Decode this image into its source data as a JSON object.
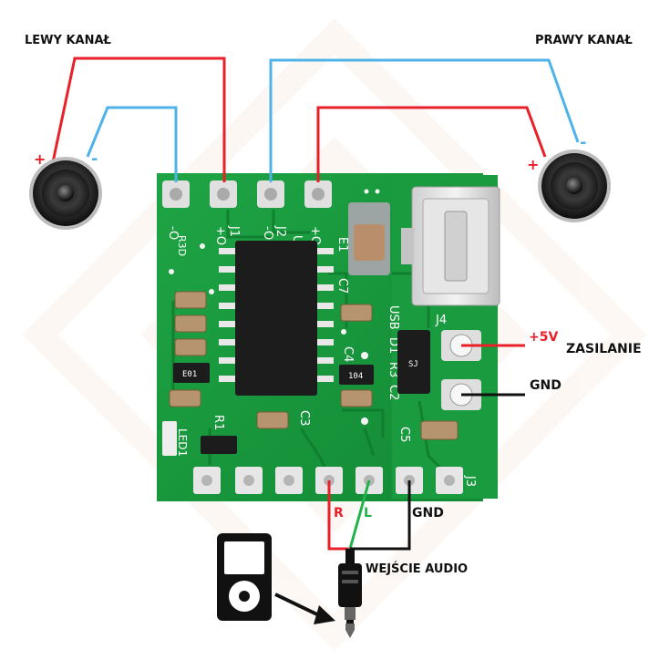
{
  "labels": {
    "left_channel": "LEWY KANAŁ",
    "right_channel": "PRAWY KANAŁ",
    "plus_sign": "+",
    "minus_sign": "-",
    "power_voltage": "+5V",
    "power_label": "ZASILANIE",
    "ground": "GND",
    "audio_r": "R",
    "audio_l": "L",
    "audio_gnd": "GND",
    "audio_input": "WEJŚCIE AUDIO"
  },
  "silkscreen": {
    "minus_pad": "-O",
    "plus_pad": "+O",
    "j1": "J1",
    "j2": "J2",
    "j3": "J3",
    "j4": "J4",
    "u1": "U1",
    "e1": "E1",
    "c2": "C2",
    "c3": "C3",
    "c4": "C4",
    "c5": "C5",
    "c7": "C7",
    "r1": "R1",
    "r3": "R3",
    "d1": "D1",
    "usb": "USB",
    "led1": "LED1",
    "r3d": "R3D",
    "chip_mark": "E01",
    "chip_mark2": "104",
    "diode_mark": "SJ"
  },
  "colors": {
    "red_wire": "#e8202a",
    "blue_wire": "#4fb3e8",
    "green_wire": "#1fb34a",
    "black_wire": "#111111",
    "pcb_green": "#17963b",
    "label_red": "#e8202a",
    "label_blue": "#4fb3e8"
  }
}
